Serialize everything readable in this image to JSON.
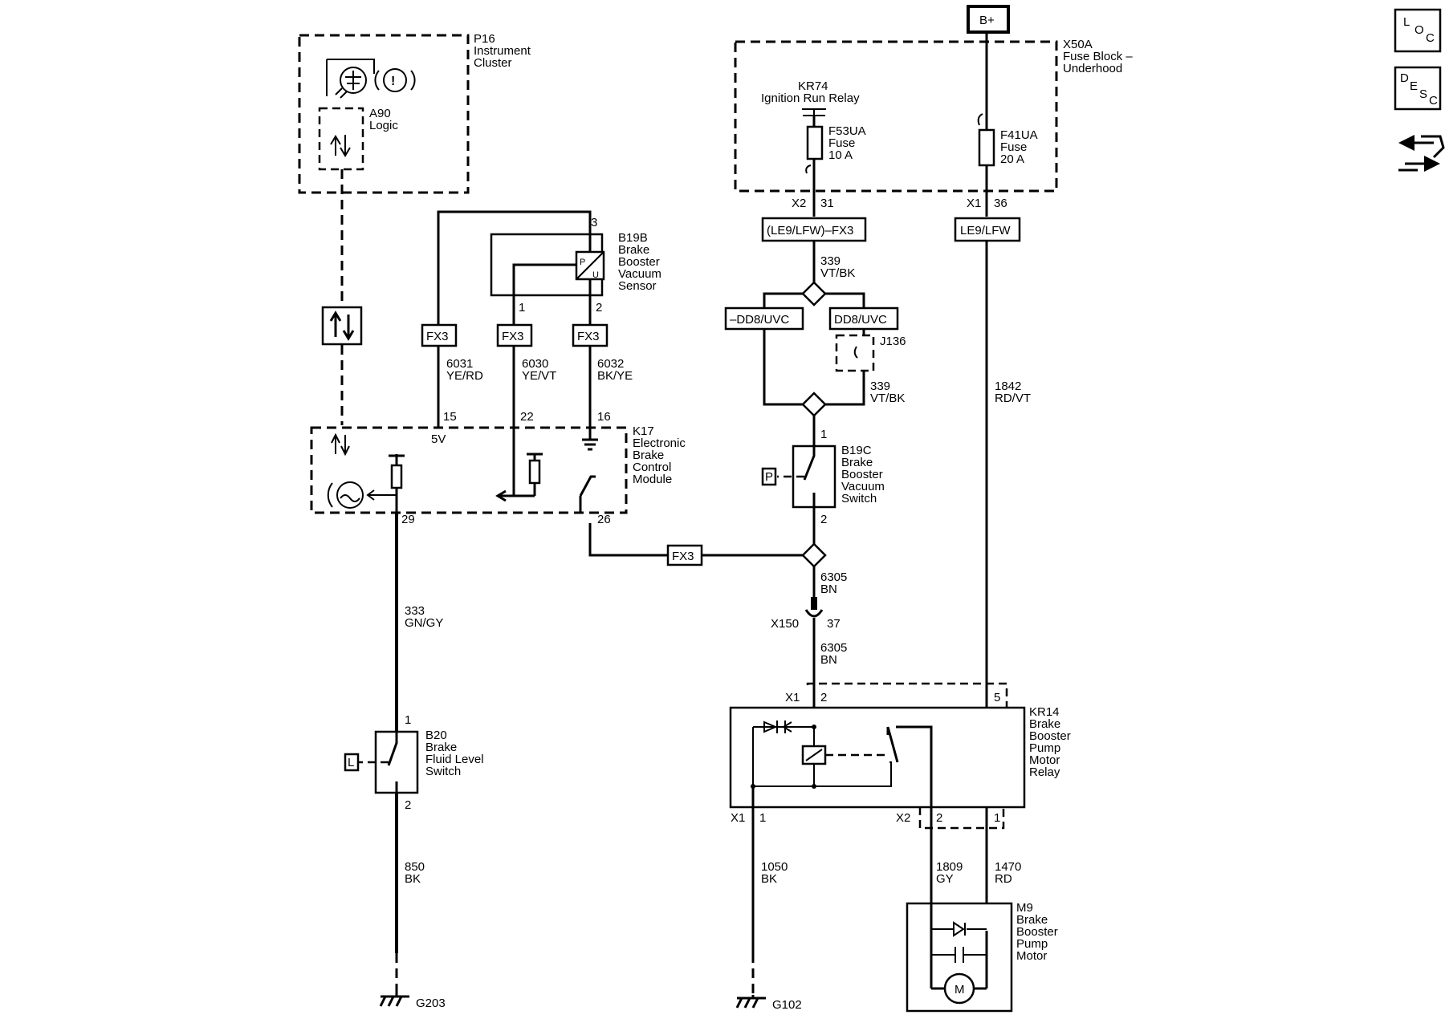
{
  "power": {
    "b_plus": "B+"
  },
  "components": {
    "p16": {
      "id": "P16",
      "name": [
        "Instrument",
        "Cluster"
      ]
    },
    "a90": {
      "id": "A90",
      "name": "Logic"
    },
    "x50a": {
      "id": "X50A",
      "name": [
        "Fuse Block –",
        "Underhood"
      ]
    },
    "kr74": {
      "id": "KR74",
      "name": "Ignition Run Relay"
    },
    "f53ua": {
      "id": "F53UA",
      "name": "Fuse",
      "rating": "10 A"
    },
    "f41ua": {
      "id": "F41UA",
      "name": "Fuse",
      "rating": "20 A"
    },
    "b19b": {
      "id": "B19B",
      "name": [
        "Brake",
        "Booster",
        "Vacuum",
        "Sensor"
      ]
    },
    "k17": {
      "id": "K17",
      "name": [
        "Electronic",
        "Brake",
        "Control",
        "Module"
      ]
    },
    "b19c": {
      "id": "B19C",
      "name": [
        "Brake",
        "Booster",
        "Vacuum",
        "Switch"
      ]
    },
    "j136": {
      "id": "J136"
    },
    "b20": {
      "id": "B20",
      "name": [
        "Brake",
        "Fluid Level",
        "Switch"
      ]
    },
    "kr14": {
      "id": "KR14",
      "name": [
        "Brake",
        "Booster",
        "Pump",
        "Motor",
        "Relay"
      ]
    },
    "m9": {
      "id": "M9",
      "name": [
        "Brake",
        "Booster",
        "Pump",
        "Motor"
      ]
    }
  },
  "option_boxes": {
    "fx3": "FX3",
    "le9_lfw_fx3": "(LE9/LFW)–FX3",
    "le9_lfw": "LE9/LFW",
    "not_dd8_uvc": "–DD8/UVC",
    "dd8_uvc": "DD8/UVC"
  },
  "wires": [
    {
      "circuit": "6031",
      "color": "YE/RD"
    },
    {
      "circuit": "6030",
      "color": "YE/VT"
    },
    {
      "circuit": "6032",
      "color": "BK/YE"
    },
    {
      "circuit": "339",
      "color": "VT/BK"
    },
    {
      "circuit": "339",
      "color": "VT/BK"
    },
    {
      "circuit": "1842",
      "color": "RD/VT"
    },
    {
      "circuit": "6305",
      "color": "BN"
    },
    {
      "circuit": "6305",
      "color": "BN"
    },
    {
      "circuit": "333",
      "color": "GN/GY"
    },
    {
      "circuit": "850",
      "color": "BK"
    },
    {
      "circuit": "1050",
      "color": "BK"
    },
    {
      "circuit": "1809",
      "color": "GY"
    },
    {
      "circuit": "1470",
      "color": "RD"
    }
  ],
  "pins": {
    "b19b_3": "3",
    "b19b_1": "1",
    "b19b_2": "2",
    "k17_15": "15",
    "k17_22": "22",
    "k17_16": "16",
    "k17_29": "29",
    "k17_26": "26",
    "k17_5v": "5V",
    "x50a_x2": "X2",
    "x50a_31": "31",
    "x50a_x1": "X1",
    "x50a_36": "36",
    "b19c_1": "1",
    "b19c_2": "2",
    "x150": "X150",
    "x150_37": "37",
    "b20_1": "1",
    "b20_2": "2",
    "kr14_x1_top": "X1",
    "kr14_2_top": "2",
    "kr14_5": "5",
    "kr14_x1_bot": "X1",
    "kr14_1_bot": "1",
    "kr14_x2": "X2",
    "kr14_2_bot": "2",
    "kr14_1_right": "1"
  },
  "grounds": {
    "g203": "G203",
    "g102": "G102"
  },
  "symbols": {
    "p_marker": "P",
    "l_marker": "L",
    "motor": "M"
  },
  "side_icons": {
    "loc": {
      "l1": "L",
      "l2": "O",
      "l3": "C",
      "icon": "location-icon"
    },
    "desc": {
      "l1": "D",
      "l2": "E",
      "l3": "S",
      "l4": "C",
      "icon": "description-icon"
    },
    "connector": {
      "icon": "connector-icon"
    }
  }
}
